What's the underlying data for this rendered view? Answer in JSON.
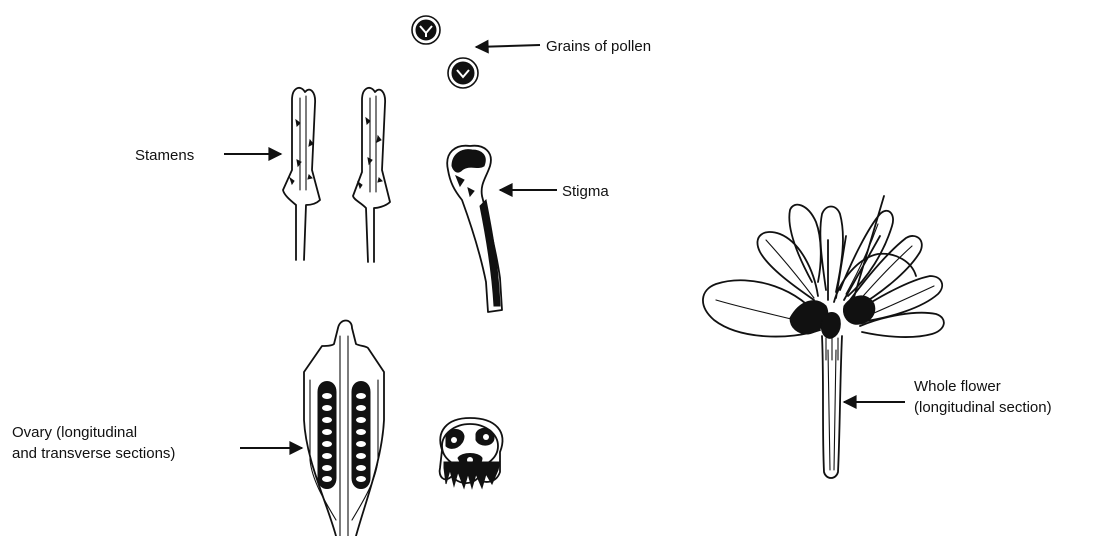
{
  "labels": {
    "pollen": "Grains of pollen",
    "stamens": "Stamens",
    "stigma": "Stigma",
    "ovary_line1": "Ovary (longitudinal",
    "ovary_line2": "and transverse sections)",
    "flower_line1": "Whole flower",
    "flower_line2": "(longitudinal section)"
  }
}
